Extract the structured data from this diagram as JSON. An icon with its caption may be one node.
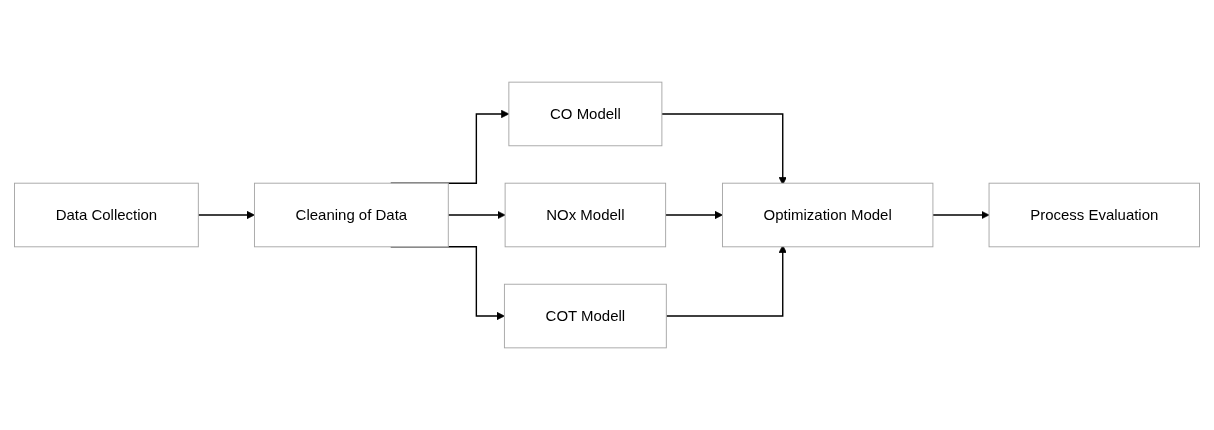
{
  "diagram": {
    "nodes": [
      {
        "text": [
          "Data Collection"
        ]
      },
      {
        "text": [
          "Cleaning of Data"
        ]
      },
      {
        "text": [
          "CO Modell"
        ]
      },
      {
        "text": [
          "NOx Modell"
        ]
      },
      {
        "text": [
          "COT Modell"
        ]
      },
      {
        "text": [
          "Optimization Model"
        ]
      },
      {
        "text": [
          "Process Evaluation"
        ]
      }
    ],
    "edges": [
      {
        "from": 0,
        "to": 1,
        "arrow": "to"
      },
      {
        "from": 1,
        "to": 2,
        "arrow": "to"
      },
      {
        "from": 1,
        "to": 3,
        "arrow": "to"
      },
      {
        "from": 1,
        "to": 4,
        "arrow": "to"
      },
      {
        "from": 2,
        "to": 5,
        "arrow": "to"
      },
      {
        "from": 3,
        "to": 5,
        "arrow": "to"
      },
      {
        "from": 4,
        "to": 5,
        "arrow": "to"
      },
      {
        "from": 5,
        "to": 6,
        "arrow": "to"
      }
    ]
  }
}
